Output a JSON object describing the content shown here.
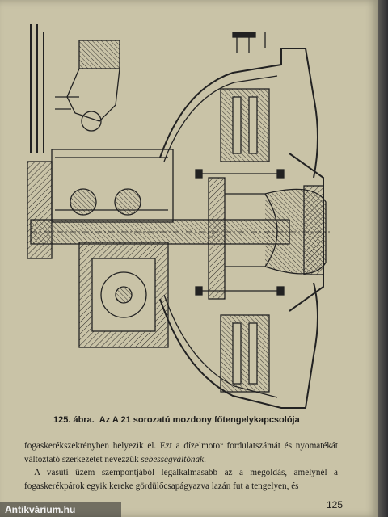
{
  "figure": {
    "number": "125. ábra.",
    "caption": "Az A 21 sorozatú mozdony főtengelykapcsolója"
  },
  "text": {
    "line1": "fogaskerékszekrényben helyezik el. Ezt a dízelmotor fordulatszámát és nyomatékát változtató szerkezetet nevezzük ",
    "line1_em": "sebességváltónak",
    "line1_end": ".",
    "line2": "A vasúti üzem szempontjából legalkalmasabb az a megoldás, amelynél a fogaskerékpárok egyik kereke gördülőcsapágyazva lazán fut a tengelyen, és"
  },
  "page_number": "125",
  "watermark": "Antikvárium.hu"
}
